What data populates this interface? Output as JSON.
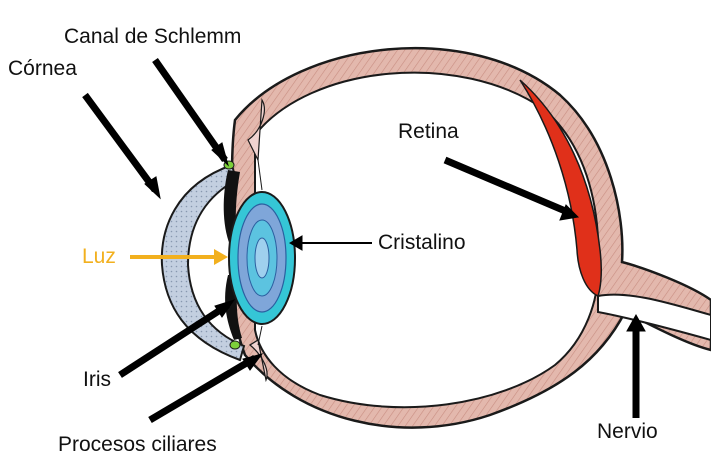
{
  "labels": {
    "schlemm": "Canal de Schlemm",
    "cornea": "Córnea",
    "retina": "Retina",
    "cristalino": "Cristalino",
    "luz": "Luz",
    "iris": "Iris",
    "procesos": "Procesos ciliares",
    "nervio": "Nervio"
  },
  "colors": {
    "sclera_fill": "#e3b8ad",
    "sclera_line": "#1a1a1a",
    "cornea_fill": "#b9c7d9",
    "lens_outer": "#35c6d6",
    "lens_inner": "#7fa6d9",
    "retina_red": "#e0301a",
    "canal_green": "#7ccf3a",
    "light_arrow": "#f2b01e",
    "arrow": "#000000"
  }
}
